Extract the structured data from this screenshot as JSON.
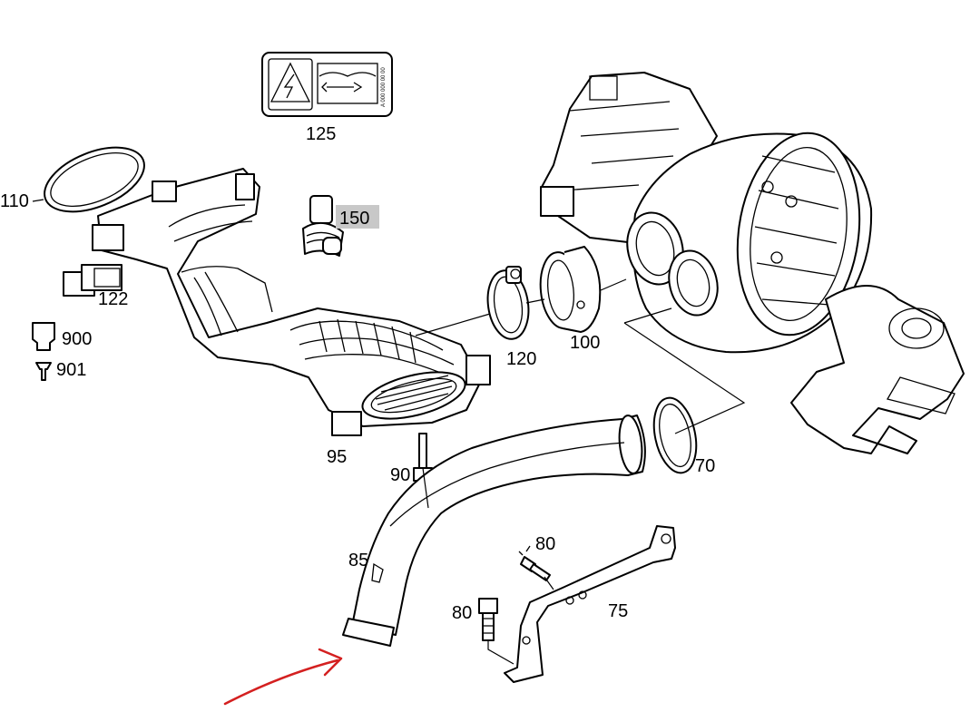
{
  "parts": {
    "p125": "125",
    "p110": "110",
    "p150": "150",
    "p122": "122",
    "p900": "900",
    "p901": "901",
    "p95": "95",
    "p120": "120",
    "p100": "100",
    "p70": "70",
    "p90": "90",
    "p85": "85",
    "p80a": "80",
    "p80b": "80",
    "p75": "75"
  },
  "colors": {
    "highlight_bg": "#c8c8c8",
    "arrow": "#d42020",
    "line": "#000000"
  },
  "icons": [
    "high-voltage-warning-icon",
    "manual-wrench-icon",
    "red-arrow"
  ]
}
